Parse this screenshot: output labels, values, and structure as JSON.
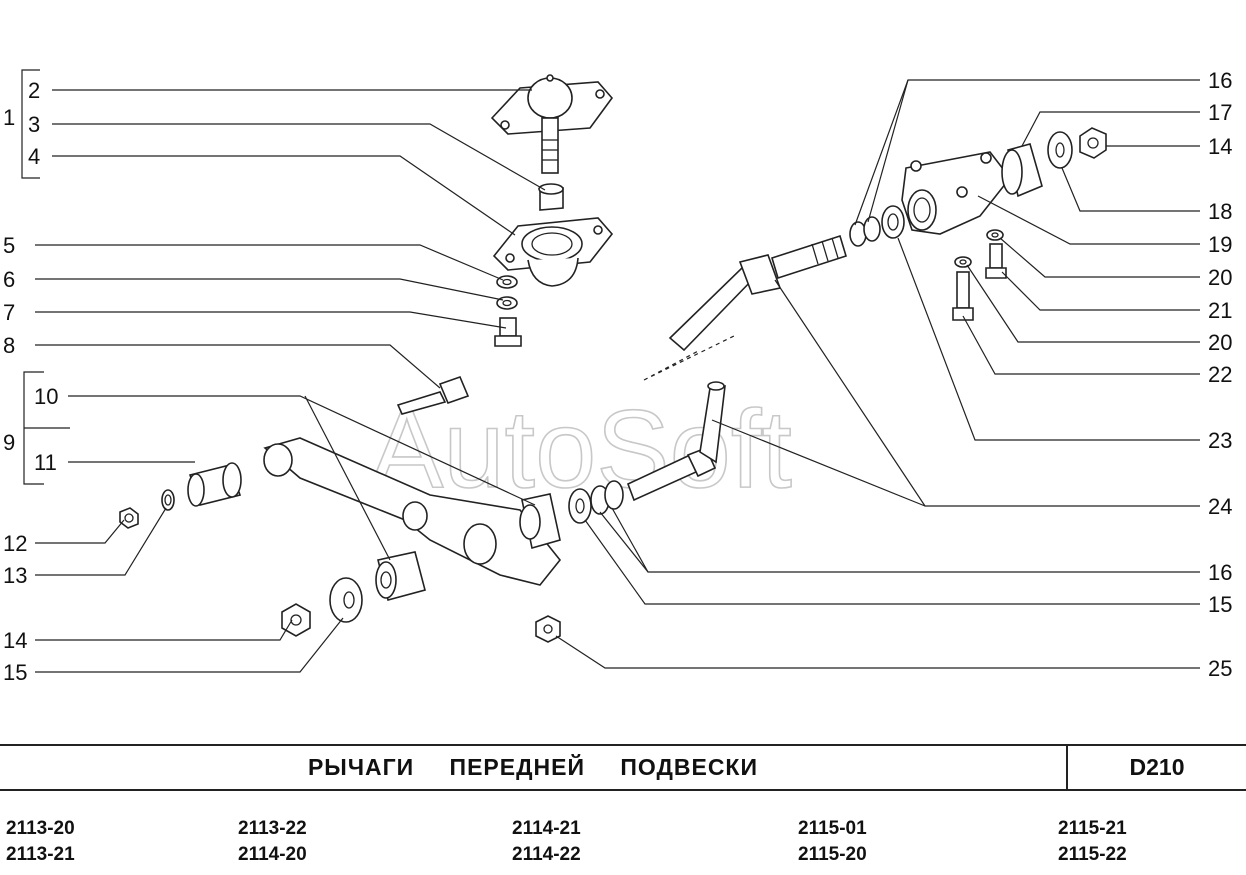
{
  "watermark": "AutoSoft",
  "diagram": {
    "group_labels": {
      "group_1": "1",
      "group_9": "9"
    },
    "callouts": {
      "c2": "2",
      "c3": "3",
      "c4": "4",
      "c5": "5",
      "c6": "6",
      "c7": "7",
      "c8": "8",
      "c10": "10",
      "c11": "11",
      "c12": "12",
      "c13": "13",
      "c14_left": "14",
      "c15_left": "15",
      "c16_top": "16",
      "c17": "17",
      "c14_right": "14",
      "c18": "18",
      "c19": "19",
      "c20_a": "20",
      "c21": "21",
      "c20_b": "20",
      "c22": "22",
      "c23": "23",
      "c24": "24",
      "c16_bottom": "16",
      "c15_right": "15",
      "c25": "25"
    }
  },
  "title": "РЫЧАГИ ПЕРЕДНЕЙ ПОДВЕСКИ",
  "page_code": "D210",
  "models": [
    [
      "2113-20",
      "2113-21"
    ],
    [
      "2113-22",
      "2114-20"
    ],
    [
      "2114-21",
      "2114-22"
    ],
    [
      "2115-01",
      "2115-20"
    ],
    [
      "2115-21",
      "2115-22"
    ]
  ]
}
